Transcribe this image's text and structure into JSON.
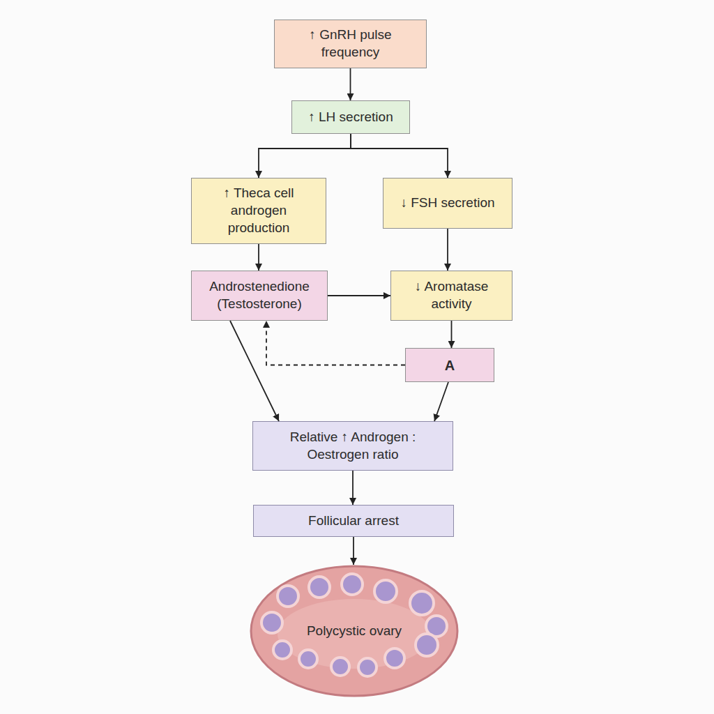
{
  "diagram": {
    "nodes": [
      {
        "text": [
          "↑ GnRH pulse frequency"
        ]
      },
      {
        "text": [
          "↑ LH secretion"
        ]
      },
      {
        "text": [
          "↑ Theca cell androgen production"
        ]
      },
      {
        "text": [
          "↓ FSH secretion"
        ]
      },
      {
        "text": [
          "Androstenedione (Testosterone)"
        ]
      },
      {
        "text": [
          "↓ Aromatase activity"
        ]
      },
      {
        "text": [
          "A"
        ]
      },
      {
        "text": [
          "Relative ↑ Androgen : Oestrogen ratio"
        ]
      },
      {
        "text": [
          "Follicular arrest"
        ]
      },
      {
        "text": [
          "Polycystic ovary"
        ]
      }
    ],
    "edges": [
      {
        "from": 0,
        "to": 1,
        "arrow": "to"
      },
      {
        "from": 1,
        "to": 2,
        "arrow": "to"
      },
      {
        "from": 1,
        "to": 3,
        "arrow": "to"
      },
      {
        "from": 2,
        "to": 4,
        "arrow": "to"
      },
      {
        "from": 4,
        "to": 5,
        "arrow": "to"
      },
      {
        "from": 3,
        "to": 5,
        "arrow": "to"
      },
      {
        "from": 5,
        "to": 6,
        "arrow": "to"
      },
      {
        "from": 6,
        "to": 4,
        "arrow": "to"
      },
      {
        "from": 4,
        "to": 7,
        "arrow": "to"
      },
      {
        "from": 6,
        "to": 7,
        "arrow": "to"
      },
      {
        "from": 7,
        "to": 8,
        "arrow": "to"
      },
      {
        "from": 8,
        "to": 9,
        "arrow": "to"
      }
    ]
  }
}
